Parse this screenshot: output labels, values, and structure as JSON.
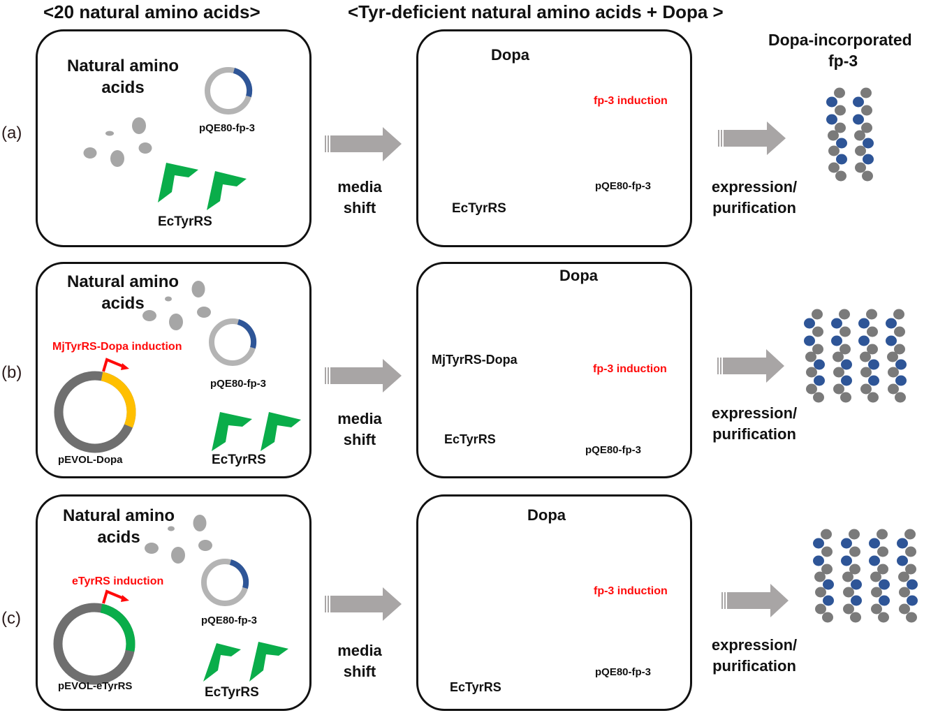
{
  "headers": {
    "left": "<20 natural amino acids>",
    "middle": "<Tyr-deficient natural amino acids + Dopa >",
    "right_line1": "Dopa-incorporated",
    "right_line2": "fp-3"
  },
  "colors": {
    "enzyme_green": "#0aad4a",
    "enzyme_yellow": "#ffbf00",
    "dopa_blue": "#2e5597",
    "amino_gray": "#a6a6a6",
    "plasmid_light": "#b4b4b4",
    "plasmid_dark": "#6f6f6f",
    "induction_red": "#ff0a0a",
    "arrow_gray": "#a8a5a5",
    "chain_gray": "#7a7a7a"
  },
  "rows": [
    {
      "label": "(a)",
      "left_panel": {
        "title_line1": "Natural amino",
        "title_line2": "acids",
        "plasmid_label": "pQE80-fp-3",
        "enzyme_label": "EcTyrRS"
      },
      "transition": {
        "line1": "media",
        "line2": "shift"
      },
      "middle_panel": {
        "dopa_label": "Dopa",
        "induction_label": "fp-3 induction",
        "plasmid_label": "pQE80-fp-3",
        "enzyme_label": "EcTyrRS"
      },
      "output": {
        "line1": "expression/",
        "line2": "purification",
        "chain_count": 2
      }
    },
    {
      "label": "(b)",
      "left_panel": {
        "title_line1": "Natural amino",
        "title_line2": "acids",
        "induction_label": "MjTyrRS-Dopa induction",
        "pevol_label": "pEVOL-Dopa",
        "plasmid_label": "pQE80-fp-3",
        "enzyme_label": "EcTyrRS"
      },
      "transition": {
        "line1": "media",
        "line2": "shift"
      },
      "middle_panel": {
        "dopa_label": "Dopa",
        "mj_label": "MjTyrRS-Dopa",
        "induction_label": "fp-3 induction",
        "plasmid_label": "pQE80-fp-3",
        "enzyme_label": "EcTyrRS"
      },
      "output": {
        "line1": "expression/",
        "line2": "purification",
        "chain_count": 4
      }
    },
    {
      "label": "(c)",
      "left_panel": {
        "title_line1": "Natural amino",
        "title_line2": "acids",
        "induction_label": "eTyrRS induction",
        "pevol_label": "pEVOL-eTyrRS",
        "plasmid_label": "pQE80-fp-3",
        "enzyme_label": "EcTyrRS"
      },
      "transition": {
        "line1": "media",
        "line2": "shift"
      },
      "middle_panel": {
        "dopa_label": "Dopa",
        "induction_label": "fp-3 induction",
        "plasmid_label": "pQE80-fp-3",
        "enzyme_label": "EcTyrRS"
      },
      "output": {
        "line1": "expression/",
        "line2": "purification",
        "chain_count": 4
      }
    }
  ]
}
